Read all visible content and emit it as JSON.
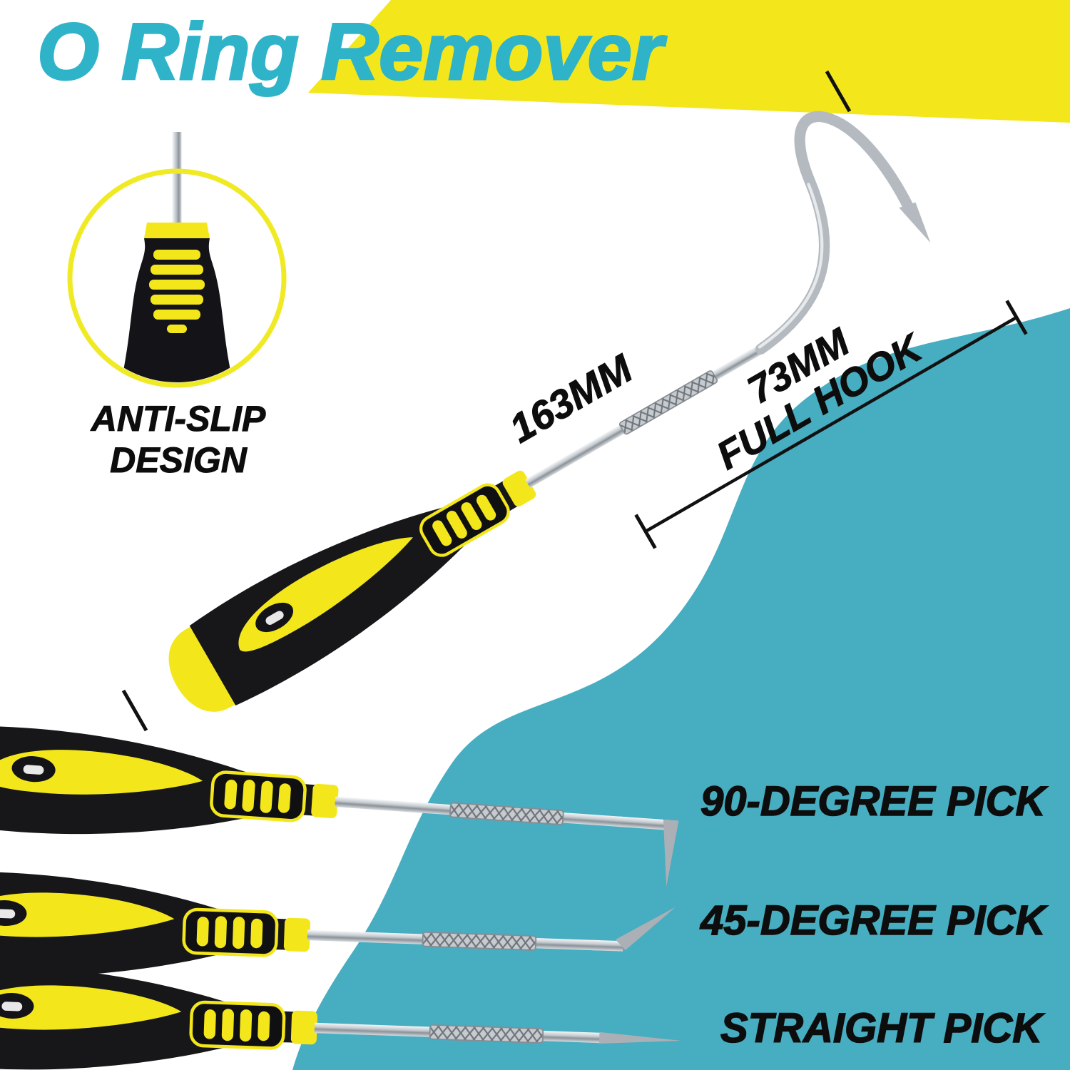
{
  "title": "O Ring Remover",
  "callout": {
    "line1": "ANTI-SLIP",
    "line2": "DESIGN"
  },
  "measurements": {
    "tool_length": "163MM",
    "hook_length": "73MM",
    "hook_caption": "FULL HOOK"
  },
  "tool_labels": [
    {
      "label": "90-DEGREE PICK"
    },
    {
      "label": "45-DEGREE PICK"
    },
    {
      "label": "STRAIGHT PICK"
    }
  ],
  "colors": {
    "background_teal": "#47ADC0",
    "accent_yellow": "#F3E71C",
    "title_teal": "#2FB3C9",
    "text_black": "#0D0D0D"
  }
}
